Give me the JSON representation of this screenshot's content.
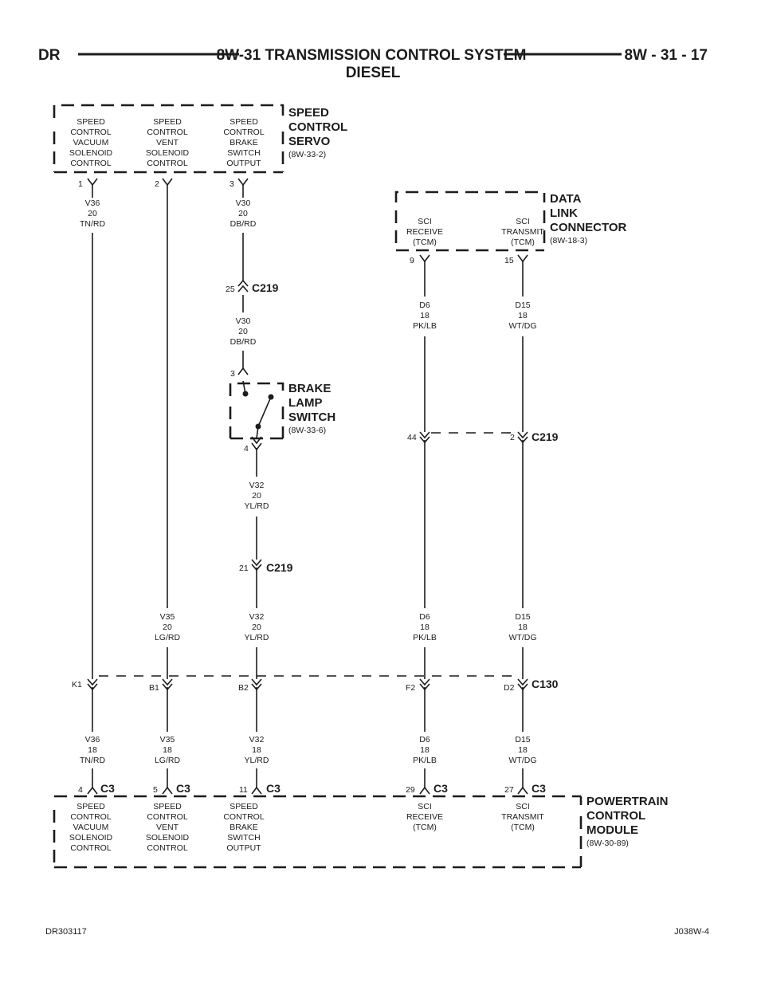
{
  "header": {
    "left": "DR",
    "title": "8W-31 TRANSMISSION CONTROL SYSTEM",
    "subtitle": "DIESEL",
    "right": "8W - 31 - 17"
  },
  "footer": {
    "left": "DR303117",
    "right": "J038W-4"
  },
  "speed_control_servo": {
    "name": [
      "SPEED",
      "CONTROL",
      "SERVO"
    ],
    "ref": "(8W-33-2)",
    "circuits": [
      [
        "SPEED",
        "CONTROL",
        "VACUUM",
        "SOLENOID",
        "CONTROL"
      ],
      [
        "SPEED",
        "CONTROL",
        "VENT",
        "SOLENOID",
        "CONTROL"
      ],
      [
        "SPEED",
        "CONTROL",
        "BRAKE",
        "SWITCH",
        "OUTPUT"
      ]
    ],
    "pins": [
      "1",
      "2",
      "3"
    ]
  },
  "data_link_connector": {
    "name": [
      "DATA",
      "LINK",
      "CONNECTOR"
    ],
    "ref": "(8W-18-3)",
    "circuits": [
      [
        "SCI",
        "RECEIVE",
        "(TCM)"
      ],
      [
        "SCI",
        "TRANSMIT",
        "(TCM)"
      ]
    ],
    "pins": [
      "9",
      "15"
    ]
  },
  "brake_lamp_switch": {
    "name": [
      "BRAKE",
      "LAMP",
      "SWITCH"
    ],
    "ref": "(8W-33-6)",
    "pins": [
      "3",
      "4"
    ]
  },
  "powertrain_control_module": {
    "name": [
      "POWERTRAIN",
      "CONTROL",
      "MODULE"
    ],
    "ref": "(8W-30-89)",
    "circuits": [
      [
        "SPEED",
        "CONTROL",
        "VACUUM",
        "SOLENOID",
        "CONTROL"
      ],
      [
        "SPEED",
        "CONTROL",
        "VENT",
        "SOLENOID",
        "CONTROL"
      ],
      [
        "SPEED",
        "CONTROL",
        "BRAKE",
        "SWITCH",
        "OUTPUT"
      ],
      [
        "SCI",
        "RECEIVE",
        "(TCM)"
      ],
      [
        "SCI",
        "TRANSMIT",
        "(TCM)"
      ]
    ],
    "pins": [
      "4",
      "5",
      "11",
      "29",
      "27"
    ],
    "connector": "C3"
  },
  "wires": {
    "v36_20": [
      "V36",
      "20",
      "TN/RD"
    ],
    "v30_20": [
      "V30",
      "20",
      "DB/RD"
    ],
    "v30_20b": [
      "V30",
      "20",
      "DB/RD"
    ],
    "v32_20a": [
      "V32",
      "20",
      "YL/RD"
    ],
    "v35_20": [
      "V35",
      "20",
      "LG/RD"
    ],
    "v32_20b": [
      "V32",
      "20",
      "YL/RD"
    ],
    "d6_a": [
      "D6",
      "18",
      "PK/LB"
    ],
    "d15_a": [
      "D15",
      "18",
      "WT/DG"
    ],
    "d6_b": [
      "D6",
      "18",
      "PK/LB"
    ],
    "d15_b": [
      "D15",
      "18",
      "WT/DG"
    ],
    "v36_18": [
      "V36",
      "18",
      "TN/RD"
    ],
    "v35_18": [
      "V35",
      "18",
      "LG/RD"
    ],
    "v32_18": [
      "V32",
      "18",
      "YL/RD"
    ],
    "d6_c": [
      "D6",
      "18",
      "PK/LB"
    ],
    "d15_c": [
      "D15",
      "18",
      "WT/DG"
    ]
  },
  "connectors": {
    "c219_25": {
      "pin": "25",
      "name": "C219"
    },
    "c219_44_2": {
      "pin_a": "44",
      "pin_b": "2",
      "name": "C219"
    },
    "c219_21": {
      "pin": "21",
      "name": "C219"
    },
    "c130": {
      "pins": [
        "K1",
        "B1",
        "B2",
        "F2",
        "D2"
      ],
      "name": "C130"
    }
  }
}
